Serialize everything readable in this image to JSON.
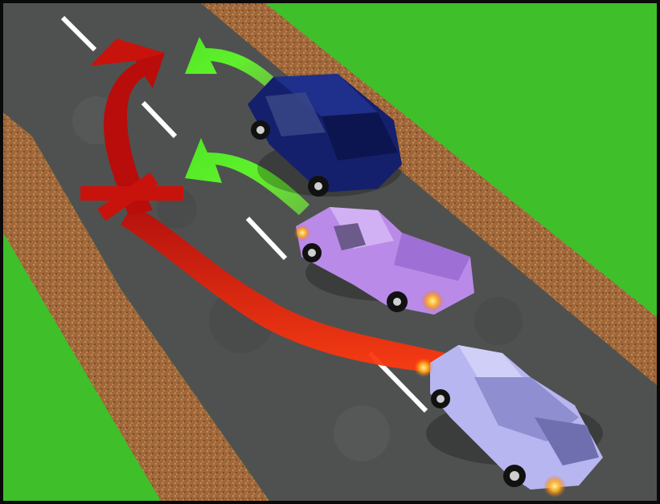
{
  "scene": {
    "description_type": "road-overtaking-illustration",
    "colors": {
      "grass": "#3fbf2a",
      "grass_dark": "#2f9a1e",
      "gravel": "#a0683a",
      "road": "#4f5150",
      "lane_marking": "#ffffff",
      "arrow_correct": "#59f02a",
      "arrow_wrong": "#c0120c",
      "van": "#14206b",
      "pickup": "#b98ae8",
      "hatchback": "#b7b6f0",
      "light_glow": "#ffb21e",
      "frame": "#0a0a0a"
    },
    "arrows": {
      "correct": [
        "overtake-van",
        "overtake-pickup"
      ],
      "wrong": [
        "swerve-from-hatchback"
      ],
      "cross_mark": "x"
    },
    "vehicles": [
      "van",
      "pickup",
      "hatchback"
    ]
  }
}
